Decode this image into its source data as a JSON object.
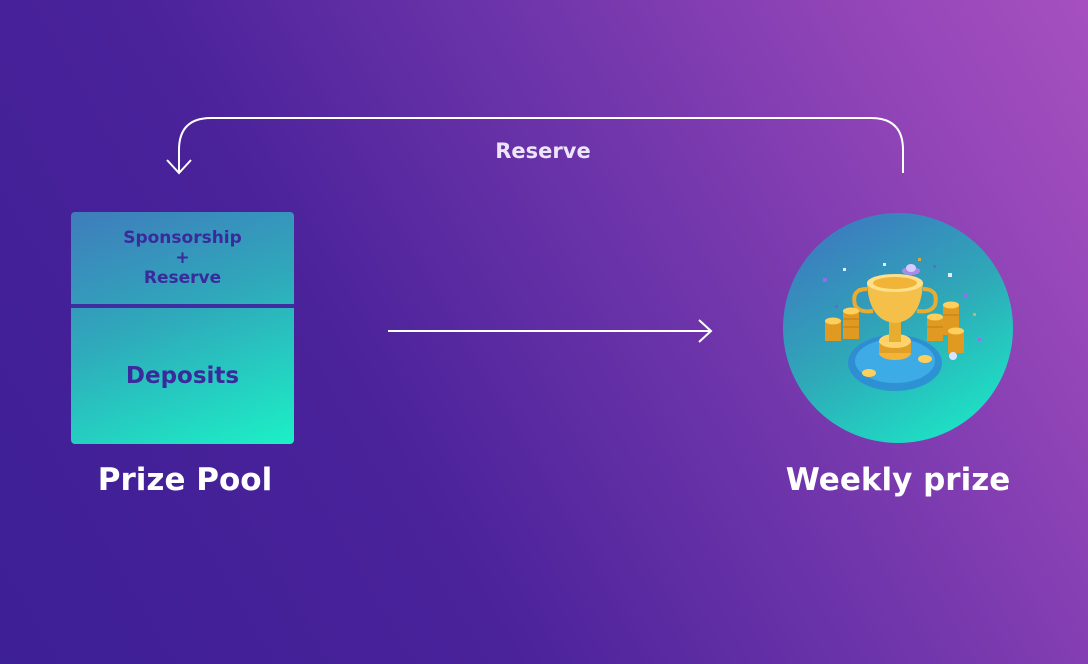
{
  "loop": {
    "label": "Reserve"
  },
  "prize_pool": {
    "top_line1": "Sponsorship",
    "top_plus": "+",
    "top_line2": "Reserve",
    "bottom_label": "Deposits",
    "caption": "Prize Pool"
  },
  "weekly_prize": {
    "caption": "Weekly prize",
    "illustration": "trophy-with-coins-icon"
  },
  "colors": {
    "background_start": "#3d1f96",
    "background_end": "#a650c0",
    "box_gradient_start": "#3f7cbc",
    "box_gradient_end": "#1cf0c6",
    "box_text": "#3a2a9c",
    "caption_text": "#ffffff"
  }
}
